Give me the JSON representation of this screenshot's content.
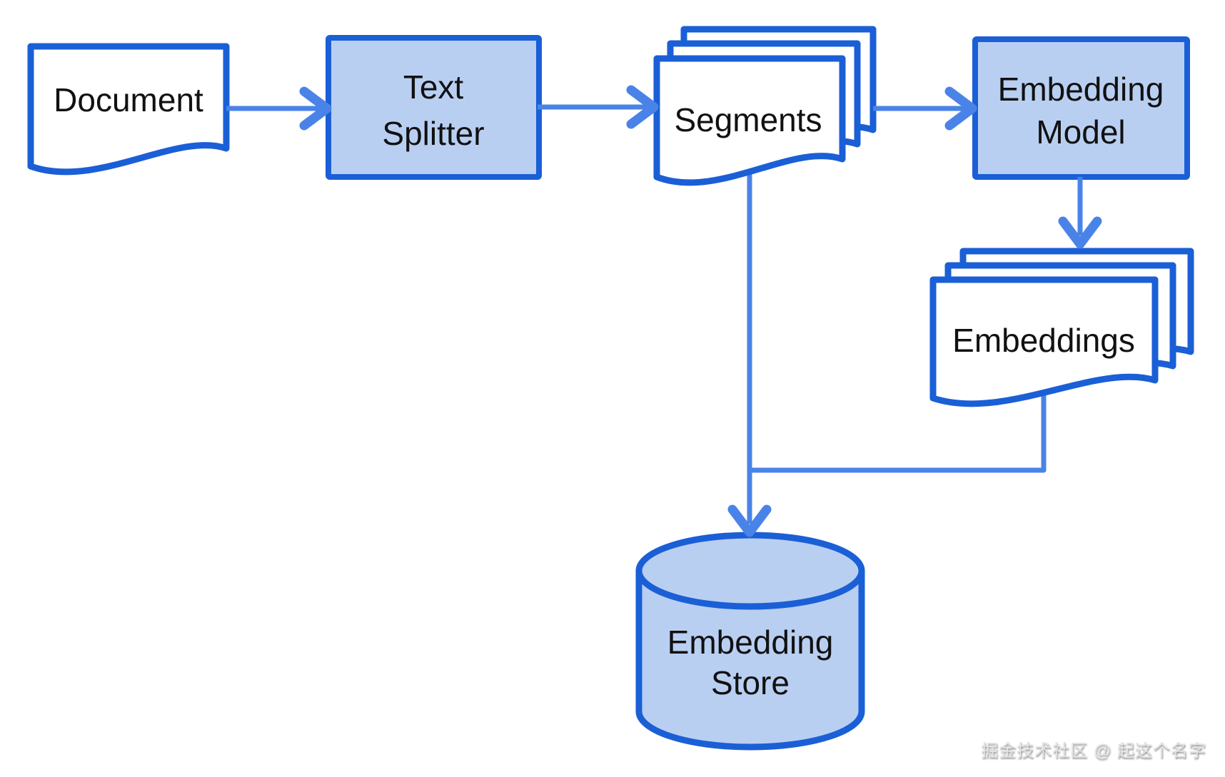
{
  "nodes": {
    "document": {
      "label": "Document",
      "shape": "document"
    },
    "text_splitter": {
      "lines": [
        "Text",
        "Splitter"
      ],
      "shape": "process-box"
    },
    "segments": {
      "label": "Segments",
      "shape": "stacked-documents"
    },
    "embedding_model": {
      "lines": [
        "Embedding",
        "Model"
      ],
      "shape": "process-box"
    },
    "embeddings": {
      "label": "Embeddings",
      "shape": "stacked-documents"
    },
    "embedding_store": {
      "lines": [
        "Embedding",
        "Store"
      ],
      "shape": "database-cylinder"
    }
  },
  "edges": [
    {
      "from": "document",
      "to": "text_splitter"
    },
    {
      "from": "text_splitter",
      "to": "segments"
    },
    {
      "from": "segments",
      "to": "embedding_model"
    },
    {
      "from": "embedding_model",
      "to": "embeddings"
    },
    {
      "from": "segments",
      "to": "embedding_store"
    },
    {
      "from": "embeddings",
      "to": "embedding_store"
    }
  ],
  "watermark": "掘金技术社区 @ 起这个名字",
  "colors": {
    "node_border": "#1a5fd6",
    "connector": "#4a83e8",
    "node_fill": "#b9cff2",
    "document_fill": "#ffffff",
    "label_text": "#111111",
    "watermark_text": "#e4e4e4",
    "background": "#ffffff"
  }
}
